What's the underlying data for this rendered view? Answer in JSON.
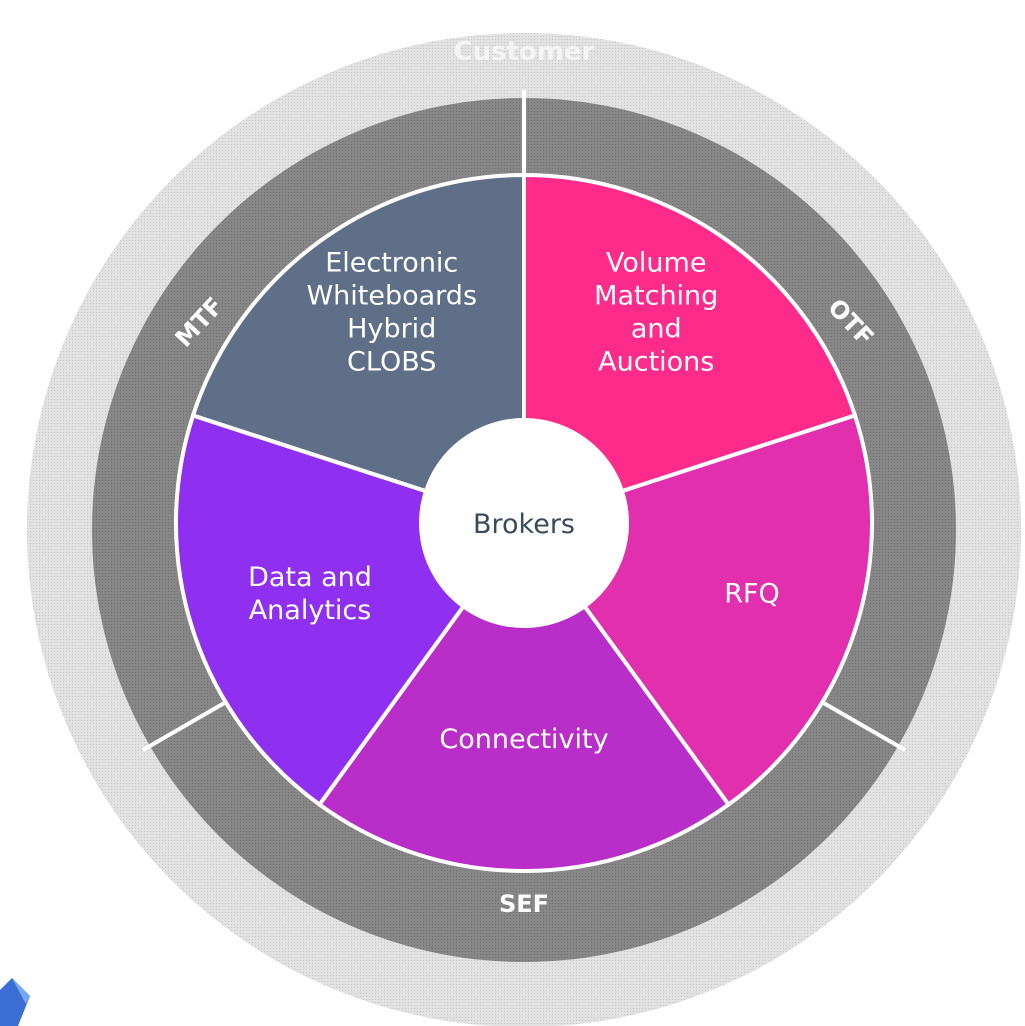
{
  "outer_ring": {
    "label": "Customer",
    "color": "#d9d9d9"
  },
  "middle_ring": {
    "color": "#7f7f7f",
    "sections": [
      {
        "id": "mtf",
        "label": "MTF"
      },
      {
        "id": "otf",
        "label": "OTF"
      },
      {
        "id": "sef",
        "label": "SEF"
      }
    ]
  },
  "hub": {
    "label": "Brokers",
    "color": "#ffffff"
  },
  "segments": [
    {
      "id": "volume-matching",
      "lines": [
        "Volume",
        "Matching",
        "and",
        "Auctions"
      ],
      "color": "#ff2b8a"
    },
    {
      "id": "rfq",
      "lines": [
        "RFQ"
      ],
      "color": "#e12fad"
    },
    {
      "id": "connectivity",
      "lines": [
        "Connectivity"
      ],
      "color": "#b92ec8"
    },
    {
      "id": "data-analytics",
      "lines": [
        "Data and",
        "Analytics"
      ],
      "color": "#8f2ff0"
    },
    {
      "id": "electronic-whiteboards",
      "lines": [
        "Electronic",
        "Whiteboards",
        "Hybrid",
        "CLOBS"
      ],
      "color": "#5f6f87"
    }
  ]
}
